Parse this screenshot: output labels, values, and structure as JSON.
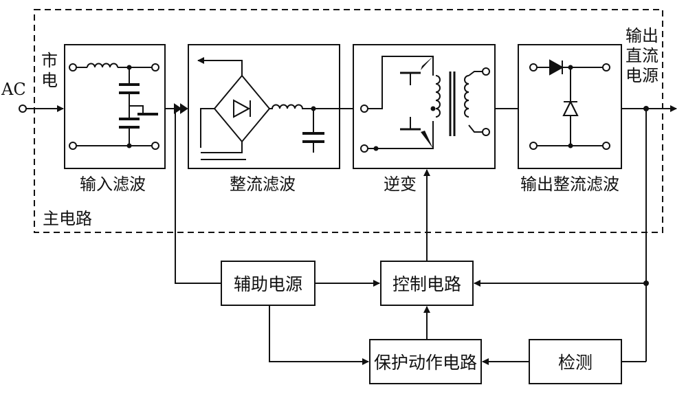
{
  "labels": {
    "ac": "AC",
    "mains": "市电",
    "output_dc": "输出直流电源",
    "main_circuit": "主电路"
  },
  "blocks": {
    "input_filter": "输入滤波",
    "rectifier_filter": "整流滤波",
    "inverter": "逆变",
    "output_rectifier_filter": "输出整流滤波",
    "aux_power": "辅助电源",
    "control_circuit": "控制电路",
    "protection_circuit": "保护动作电路",
    "detection": "检测"
  }
}
